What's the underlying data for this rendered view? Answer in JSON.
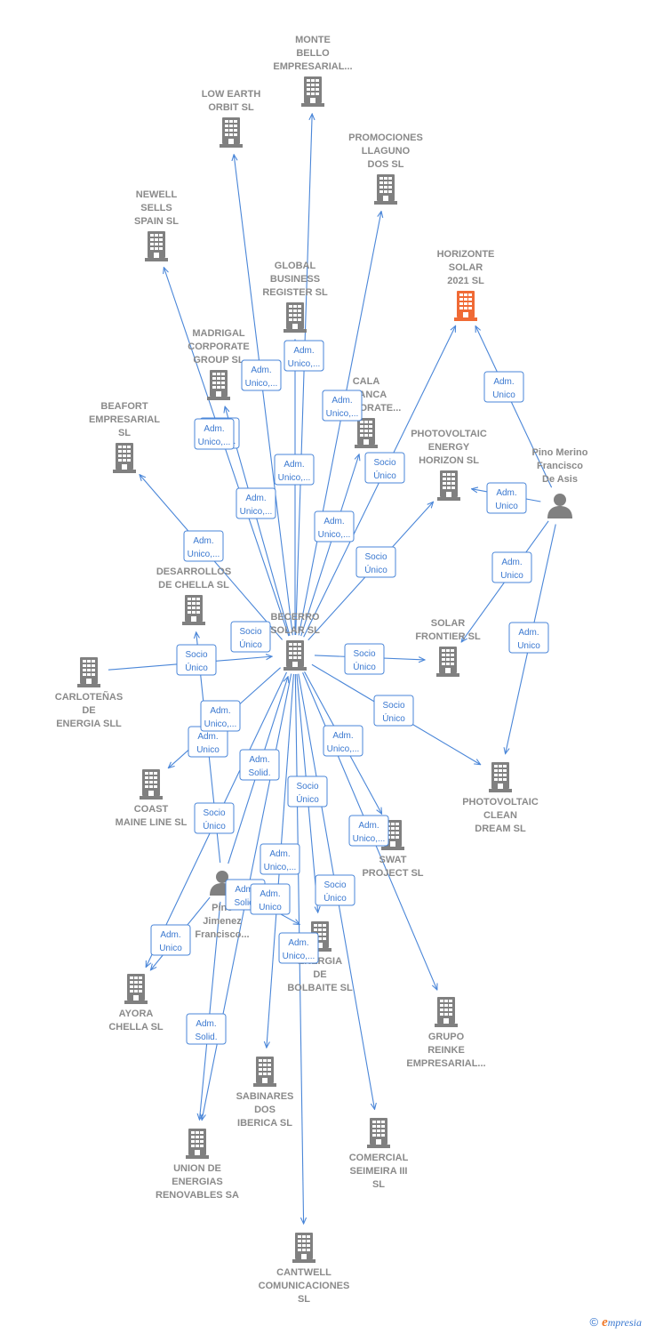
{
  "colors": {
    "building": "#808080",
    "highlight": "#f06a35",
    "edge": "#4a86d8",
    "label": "#8a8a8a"
  },
  "nodes": [
    {
      "id": "monte",
      "type": "company",
      "lines": [
        "MONTE",
        "BELLO",
        "EMPRESARIAL..."
      ]
    },
    {
      "id": "lowearth",
      "type": "company",
      "lines": [
        "LOW EARTH",
        "ORBIT  SL"
      ]
    },
    {
      "id": "promo",
      "type": "company",
      "lines": [
        "PROMOCIONES",
        "LLAGUNO",
        "DOS  SL"
      ]
    },
    {
      "id": "newell",
      "type": "company",
      "lines": [
        "NEWELL",
        "SELLS",
        "SPAIN  SL"
      ]
    },
    {
      "id": "horizonte",
      "type": "company",
      "highlight": true,
      "lines": [
        "HORIZONTE",
        "SOLAR",
        "2021  SL"
      ]
    },
    {
      "id": "global",
      "type": "company",
      "lines": [
        "GLOBAL",
        "BUSINESS",
        "REGISTER  SL"
      ]
    },
    {
      "id": "madrigal",
      "type": "company",
      "lines": [
        "MADRIGAL",
        "CORPORATE",
        "GROUP  SL"
      ]
    },
    {
      "id": "cala",
      "type": "company",
      "lines": [
        "CALA",
        "BLANCA",
        "CORPORATE..."
      ]
    },
    {
      "id": "beafort",
      "type": "company",
      "lines": [
        "BEAFORT",
        "EMPRESARIAL",
        "SL"
      ]
    },
    {
      "id": "photoH",
      "type": "company",
      "lines": [
        "PHOTOVOLTAIC",
        "ENERGY",
        "HORIZON  SL"
      ]
    },
    {
      "id": "pinoMerino",
      "type": "person",
      "lines": [
        "Pino Merino",
        "Francisco",
        "De Asis"
      ]
    },
    {
      "id": "desarrollos",
      "type": "company",
      "lines": [
        "DESARROLLOS",
        "DE CHELLA  SL"
      ]
    },
    {
      "id": "becerro",
      "type": "company",
      "lines": [
        "BECERRO",
        "SOLAR SL"
      ]
    },
    {
      "id": "solarF",
      "type": "company",
      "lines": [
        "SOLAR",
        "FRONTIER  SL"
      ]
    },
    {
      "id": "carlo",
      "type": "company",
      "lines": [
        "CARLOTEÑAS",
        "DE",
        "ENERGIA SLL"
      ]
    },
    {
      "id": "photoC",
      "type": "company",
      "lines": [
        "PHOTOVOLTAIC",
        "CLEAN",
        "DREAM  SL"
      ]
    },
    {
      "id": "coast",
      "type": "company",
      "lines": [
        "COAST",
        "MAINE LINE  SL"
      ]
    },
    {
      "id": "swat",
      "type": "company",
      "lines": [
        "SWAT",
        "PROJECT  SL"
      ]
    },
    {
      "id": "pinoJ",
      "type": "person",
      "lines": [
        "Pino",
        "Jimenez",
        "Francisco..."
      ]
    },
    {
      "id": "bolbaite",
      "type": "company",
      "lines": [
        "ENERGIA",
        "DE",
        "BOLBAITE  SL"
      ]
    },
    {
      "id": "ayora",
      "type": "company",
      "lines": [
        "AYORA",
        "CHELLA  SL"
      ]
    },
    {
      "id": "grupo",
      "type": "company",
      "lines": [
        "GRUPO",
        "REINKE",
        "EMPRESARIAL..."
      ]
    },
    {
      "id": "sabinares",
      "type": "company",
      "lines": [
        "SABINARES",
        "DOS",
        "IBERICA  SL"
      ]
    },
    {
      "id": "comercial",
      "type": "company",
      "lines": [
        "COMERCIAL",
        "SEIMEIRA III",
        "SL"
      ]
    },
    {
      "id": "union",
      "type": "company",
      "lines": [
        "UNION DE",
        "ENERGIAS",
        "RENOVABLES SA"
      ]
    },
    {
      "id": "cantwell",
      "type": "company",
      "lines": [
        "CANTWELL",
        "COMUNICACIONES",
        "SL"
      ]
    }
  ],
  "edges": [
    {
      "from": "becerro",
      "to": "monte",
      "label": [
        "Adm.",
        "Unico,..."
      ]
    },
    {
      "from": "becerro",
      "to": "lowearth",
      "label": [
        "Adm.",
        "Unico,..."
      ]
    },
    {
      "from": "becerro",
      "to": "promo",
      "label": [
        "Adm.",
        "Unico,..."
      ]
    },
    {
      "from": "becerro",
      "to": "newell",
      "label": [
        "Adm.",
        "Unico,..."
      ]
    },
    {
      "from": "becerro",
      "to": "global",
      "label": [
        "Adm.",
        "Unico,..."
      ]
    },
    {
      "from": "becerro",
      "to": "madrigal",
      "label": [
        "Adm.",
        "Unico,..."
      ]
    },
    {
      "from": "becerro",
      "to": "cala",
      "label": [
        "Adm.",
        "Unico,..."
      ]
    },
    {
      "from": "becerro",
      "to": "beafort",
      "label": [
        "Adm.",
        "Unico,..."
      ]
    },
    {
      "from": "becerro",
      "to": "horizonte",
      "label": [
        "Socio",
        "Único"
      ]
    },
    {
      "from": "becerro",
      "to": "photoH",
      "label": [
        "Socio",
        "Único"
      ]
    },
    {
      "from": "pinoMerino",
      "to": "horizonte",
      "label": [
        "Adm.",
        "Unico"
      ]
    },
    {
      "from": "pinoMerino",
      "to": "photoH",
      "label": [
        "Adm.",
        "Unico"
      ]
    },
    {
      "from": "pinoMerino",
      "to": "solarF",
      "label": [
        "Adm.",
        "Unico"
      ]
    },
    {
      "from": "pinoMerino",
      "to": "photoC",
      "label": [
        "Adm.",
        "Unico"
      ]
    },
    {
      "from": "carlo",
      "to": "becerro",
      "label": [
        "Socio",
        "Único"
      ]
    },
    {
      "from": "becerro",
      "to": "solarF",
      "label": [
        "Socio",
        "Único"
      ]
    },
    {
      "from": "becerro",
      "to": "photoC",
      "label": [
        "Socio",
        "Único"
      ]
    },
    {
      "from": "becerro",
      "to": "coast",
      "label": [
        "Adm.",
        "Unico"
      ]
    },
    {
      "from": "becerro",
      "to": "swat",
      "label": [
        "Adm.",
        "Unico,..."
      ]
    },
    {
      "from": "becerro",
      "to": "bolbaite",
      "label": [
        "Socio",
        "Único"
      ]
    },
    {
      "from": "becerro",
      "to": "ayora",
      "label": [
        "Socio",
        "Único"
      ]
    },
    {
      "from": "becerro",
      "to": "grupo",
      "label": [
        "Adm.",
        "Unico,..."
      ]
    },
    {
      "from": "becerro",
      "to": "sabinares",
      "label": [
        "Adm.",
        "Unico,..."
      ]
    },
    {
      "from": "becerro",
      "to": "comercial",
      "label": [
        "Socio",
        "Único"
      ]
    },
    {
      "from": "becerro",
      "to": "union",
      "label": [
        "Adm.",
        "Solid."
      ]
    },
    {
      "from": "becerro",
      "to": "cantwell",
      "label": [
        "Adm.",
        "Unico,..."
      ]
    },
    {
      "from": "pinoJ",
      "to": "becerro",
      "label": [
        "Adm.",
        "Solid."
      ]
    },
    {
      "from": "pinoJ",
      "to": "desarrollos",
      "label": [
        "Adm.",
        "Unico,..."
      ]
    },
    {
      "from": "pinoJ",
      "to": "ayora",
      "label": [
        "Adm.",
        "Unico"
      ]
    },
    {
      "from": "pinoJ",
      "to": "union",
      "label": [
        "Adm.",
        "Solid."
      ]
    },
    {
      "from": "pinoJ",
      "to": "bolbaite",
      "label": [
        "Adm.",
        "Unico"
      ]
    }
  ],
  "footer": {
    "copyright": "©",
    "brand_initial": "e",
    "brand_rest": "mpresia"
  }
}
